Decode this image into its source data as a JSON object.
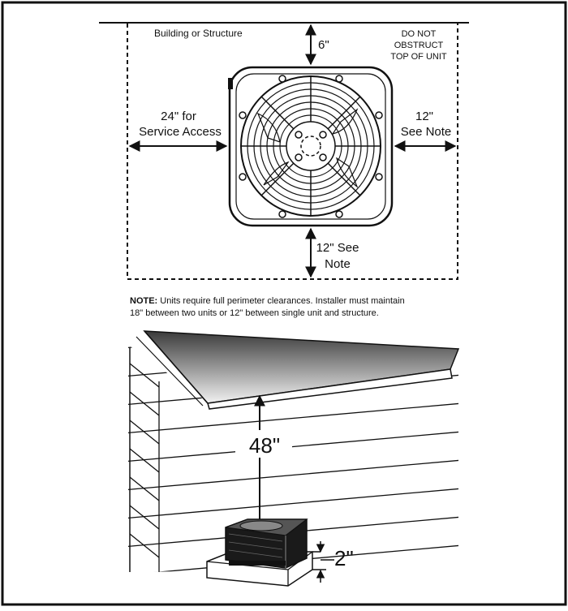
{
  "top_view": {
    "structure_label": "Building or Structure",
    "do_not_obstruct": [
      "DO NOT",
      "OBSTRUCT",
      "TOP OF UNIT"
    ],
    "top_clearance": "6\"",
    "left_clearance": [
      "24\" for",
      "Service Access"
    ],
    "right_clearance": [
      "12\"",
      "See Note"
    ],
    "bottom_clearance": [
      "12\" See",
      "Note"
    ]
  },
  "note": {
    "prefix": "NOTE:",
    "line1": " Units require full perimeter clearances. Installer must maintain",
    "line2": "18\" between two units or 12\" between single unit and structure."
  },
  "side_view": {
    "overhead_clearance": "48\"",
    "pad_height": "2\""
  },
  "colors": {
    "ink": "#111111",
    "background": "#ffffff"
  }
}
